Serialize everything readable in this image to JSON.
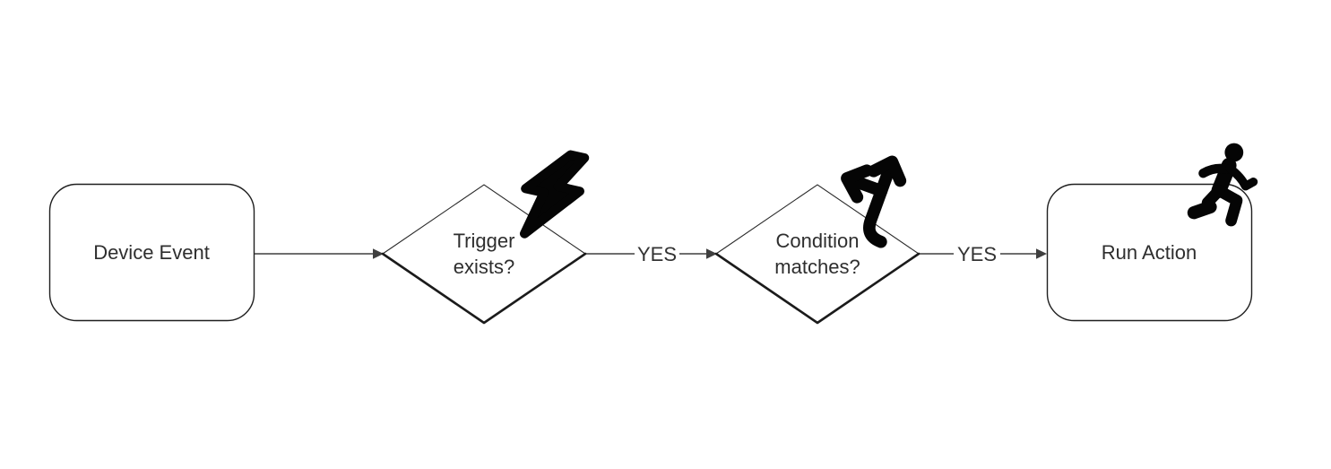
{
  "flowchart": {
    "nodes": [
      {
        "id": "device-event",
        "shape": "rounded-rectangle",
        "label": "Device Event",
        "icon": null
      },
      {
        "id": "trigger-exists",
        "shape": "diamond",
        "label": "Trigger exists?",
        "icon": "lightning-bolt-icon"
      },
      {
        "id": "condition-matches",
        "shape": "diamond",
        "label": "Condition matches?",
        "icon": "split-arrows-icon"
      },
      {
        "id": "run-action",
        "shape": "rounded-rectangle",
        "label": "Run Action",
        "icon": "person-running-icon"
      }
    ],
    "edges": [
      {
        "from": "device-event",
        "to": "trigger-exists",
        "label": ""
      },
      {
        "from": "trigger-exists",
        "to": "condition-matches",
        "label": "YES"
      },
      {
        "from": "condition-matches",
        "to": "run-action",
        "label": "YES"
      }
    ],
    "colors": {
      "background": "#ffffff",
      "shape_stroke": "#1f1f1f",
      "edge_stroke": "#3f3f3f",
      "text": "#2e2e2e",
      "icon": "#050505"
    }
  }
}
